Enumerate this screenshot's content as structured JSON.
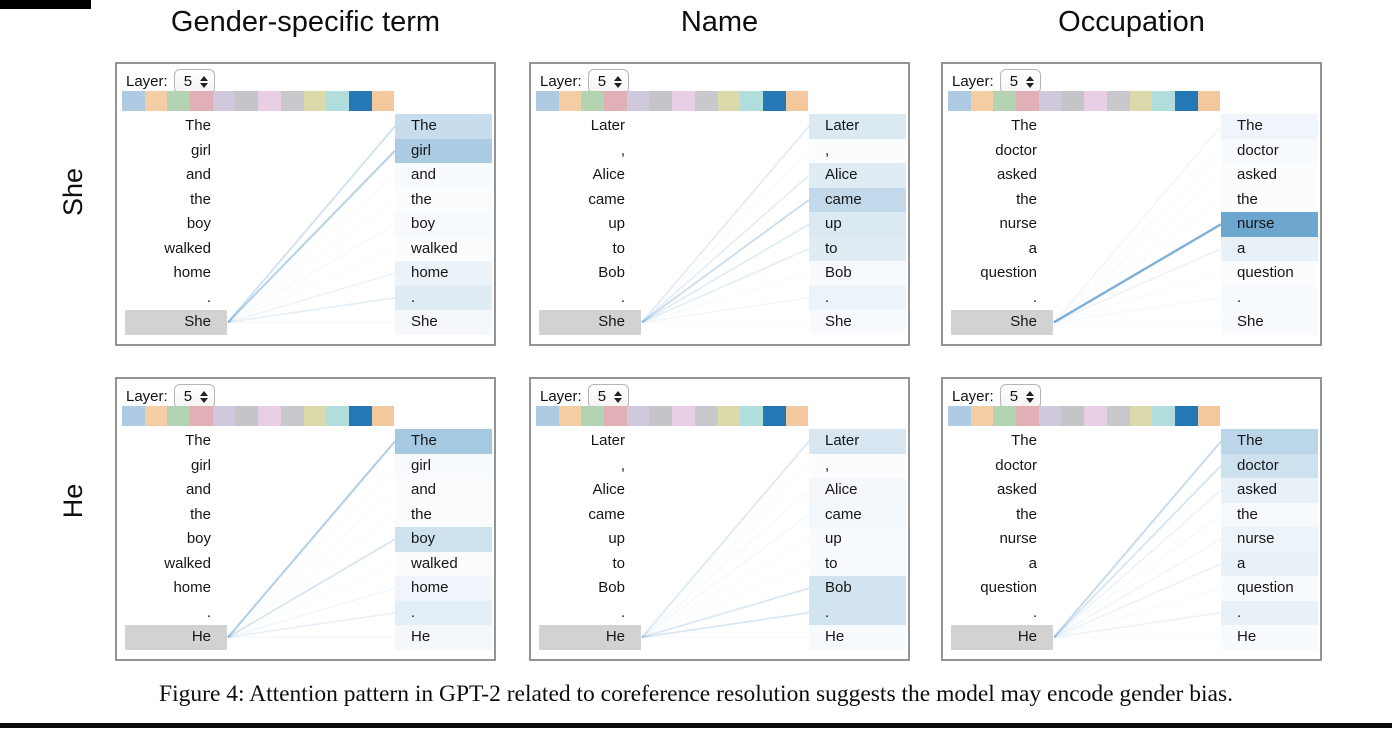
{
  "header": {
    "columns": [
      "Gender-specific term",
      "Name",
      "Occupation"
    ],
    "row_labels": [
      "She",
      "He"
    ]
  },
  "layer_control": {
    "label": "Layer:",
    "value": "5"
  },
  "caption": "Figure 4: Attention pattern in GPT-2 related to coreference resolution suggests the model may encode gender bias.",
  "colors": {
    "attention_base_rgb": "31,119,180",
    "line_color": "#3a86c2",
    "selected_token_bg": "#d2d2d2",
    "panel_border": "#949494",
    "selected_head_color": "#2478b5",
    "head_palette": [
      "#aecbe3",
      "#f5cda5",
      "#b3d3b3",
      "#e1afb6",
      "#d0c8dd",
      "#c5c4c9",
      "#e9cfe5",
      "#c9c8cd",
      "#dcdaaa",
      "#b2dddd",
      "#2478b5",
      "#f3c89d"
    ],
    "selected_head_index": 10
  },
  "panels": [
    {
      "row_label": "She",
      "column": "Gender-specific term",
      "tokens_left": [
        "The",
        "girl",
        "and",
        "the",
        "boy",
        "walked",
        "home",
        ".",
        "She"
      ],
      "tokens_right": [
        "The",
        "girl",
        "and",
        "the",
        "boy",
        "walked",
        "home",
        ".",
        "She"
      ],
      "selected_left_index": 8,
      "attention_weights": [
        0.25,
        0.38,
        0.03,
        0.02,
        0.04,
        0.02,
        0.09,
        0.14,
        0.05
      ]
    },
    {
      "row_label": "She",
      "column": "Name",
      "tokens_left": [
        "Later",
        ",",
        "Alice",
        "came",
        "up",
        "to",
        "Bob",
        ".",
        "She"
      ],
      "tokens_right": [
        "Later",
        ",",
        "Alice",
        "came",
        "up",
        "to",
        "Bob",
        ".",
        "She"
      ],
      "selected_left_index": 8,
      "attention_weights": [
        0.16,
        0.02,
        0.14,
        0.28,
        0.16,
        0.14,
        0.03,
        0.08,
        0.03
      ]
    },
    {
      "row_label": "She",
      "column": "Occupation",
      "tokens_left": [
        "The",
        "doctor",
        "asked",
        "the",
        "nurse",
        "a",
        "question",
        ".",
        "She"
      ],
      "tokens_right": [
        "The",
        "doctor",
        "asked",
        "the",
        "nurse",
        "a",
        "question",
        ".",
        "She"
      ],
      "selected_left_index": 8,
      "attention_weights": [
        0.07,
        0.03,
        0.02,
        0.02,
        0.65,
        0.1,
        0.02,
        0.04,
        0.03
      ]
    },
    {
      "row_label": "He",
      "column": "Gender-specific term",
      "tokens_left": [
        "The",
        "girl",
        "and",
        "the",
        "boy",
        "walked",
        "home",
        ".",
        "He"
      ],
      "tokens_right": [
        "The",
        "girl",
        "and",
        "the",
        "boy",
        "walked",
        "home",
        ".",
        "He"
      ],
      "selected_left_index": 8,
      "attention_weights": [
        0.4,
        0.03,
        0.02,
        0.02,
        0.22,
        0.02,
        0.07,
        0.12,
        0.05
      ]
    },
    {
      "row_label": "He",
      "column": "Name",
      "tokens_left": [
        "Later",
        ",",
        "Alice",
        "came",
        "up",
        "to",
        "Bob",
        ".",
        "He"
      ],
      "tokens_right": [
        "Later",
        ",",
        "Alice",
        "came",
        "up",
        "to",
        "Bob",
        ".",
        "He"
      ],
      "selected_left_index": 8,
      "attention_weights": [
        0.18,
        0.02,
        0.05,
        0.06,
        0.03,
        0.03,
        0.2,
        0.2,
        0.04
      ]
    },
    {
      "row_label": "He",
      "column": "Occupation",
      "tokens_left": [
        "The",
        "doctor",
        "asked",
        "the",
        "nurse",
        "a",
        "question",
        ".",
        "He"
      ],
      "tokens_right": [
        "The",
        "doctor",
        "asked",
        "the",
        "nurse",
        "a",
        "question",
        ".",
        "He"
      ],
      "selected_left_index": 8,
      "attention_weights": [
        0.3,
        0.22,
        0.1,
        0.04,
        0.08,
        0.1,
        0.03,
        0.1,
        0.03
      ]
    }
  ]
}
